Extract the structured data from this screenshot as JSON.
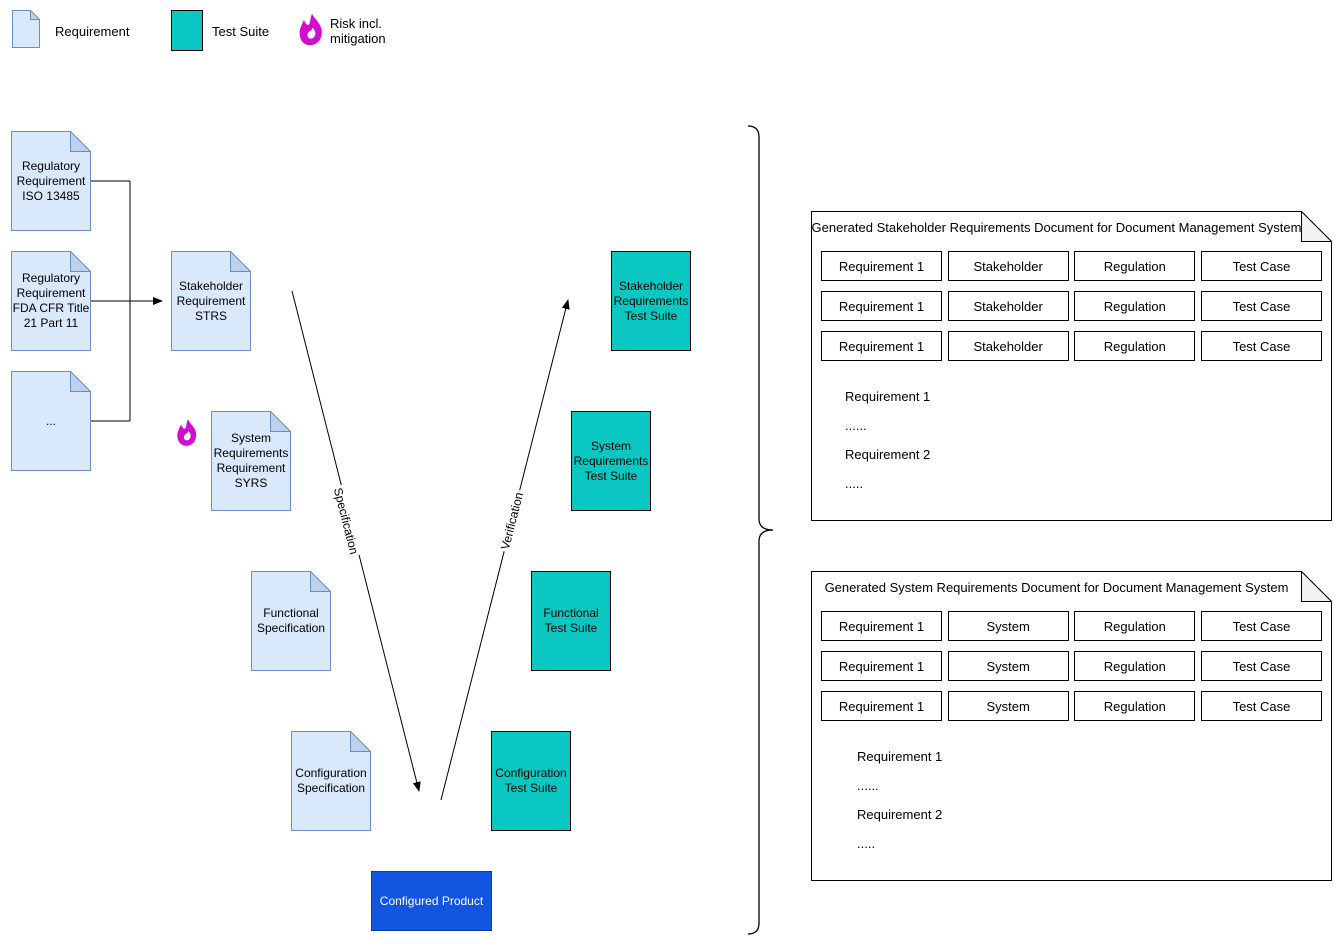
{
  "legend": {
    "requirement": "Requirement",
    "test_suite": "Test Suite",
    "risk": "Risk incl.\nmitigation"
  },
  "colors": {
    "requirement_fill": "#dae8fc",
    "requirement_stroke": "#6c8ebf",
    "test_suite_fill": "#0bc7c2",
    "product_fill": "#1155e1",
    "risk_flame": "#d10dd1"
  },
  "diagram": {
    "nodes": {
      "reg_iso": "Regulatory\nRequirement\nISO 13485",
      "reg_fda": "Regulatory\nRequirement\nFDA CFR Title\n21 Part 11",
      "reg_more": "...",
      "strs": "Stakeholder\nRequirement\nSTRS",
      "syrs": "System\nRequirements\nRequirement\nSYRS",
      "func_spec": "Functional\nSpecification",
      "config_spec": "Configuration\nSpecification",
      "configured_product": "Configured Product",
      "stakeholder_ts": "Stakeholder\nRequirements\nTest Suite",
      "system_ts": "System\nRequirements\nTest Suite",
      "functional_ts": "Functional\nTest Suite",
      "config_ts": "Configuration\nTest Suite"
    },
    "edge_labels": {
      "specification": "Specification",
      "verification": "Verification"
    }
  },
  "generated_docs": [
    {
      "title": "Generated Stakeholder Requirements Document for Document Management System",
      "cells": [
        "Requirement 1",
        "Stakeholder",
        "Regulation",
        "Test Case"
      ],
      "body": [
        "Requirement 1",
        "......",
        "Requirement 2",
        "....."
      ]
    },
    {
      "title": "Generated System Requirements Document for Document Management System",
      "cells": [
        "Requirement 1",
        "System",
        "Regulation",
        "Test Case"
      ],
      "body": [
        "Requirement 1",
        "......",
        "Requirement 2",
        "....."
      ]
    }
  ]
}
